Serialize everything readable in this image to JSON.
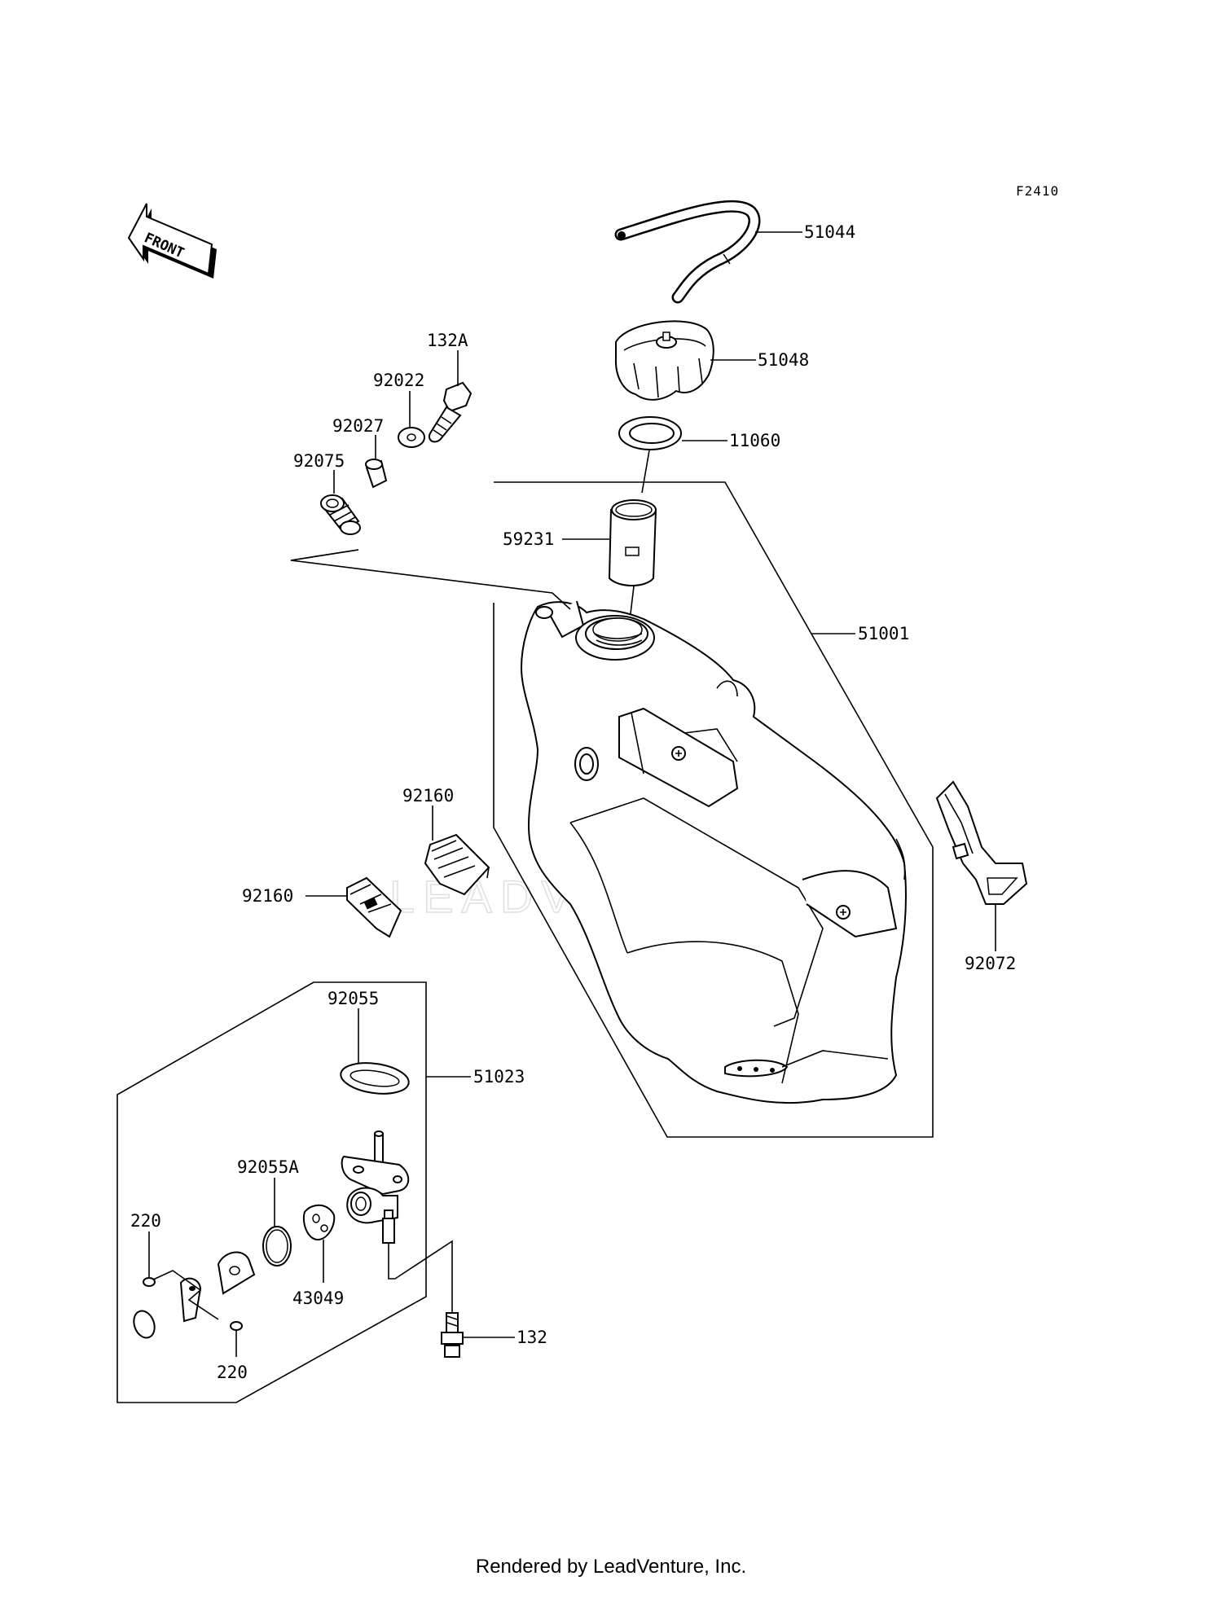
{
  "figure_code": "F2410",
  "front_arrow": {
    "label": "FRONT",
    "icon": "front-direction-arrow-icon"
  },
  "watermark": "LEADVENTURE",
  "footer": "Rendered by LeadVenture, Inc.",
  "parts": {
    "p51044": "51044",
    "p51048": "51048",
    "p11060": "11060",
    "p59231": "59231",
    "p51001": "51001",
    "p132A": "132A",
    "p92022": "92022",
    "p92027": "92027",
    "p92075": "92075",
    "p92160a": "92160",
    "p92160b": "92160",
    "p92072": "92072",
    "p92055": "92055",
    "p51023": "51023",
    "p92055A": "92055A",
    "p220a": "220",
    "p220b": "220",
    "p43049": "43049",
    "p132": "132"
  }
}
